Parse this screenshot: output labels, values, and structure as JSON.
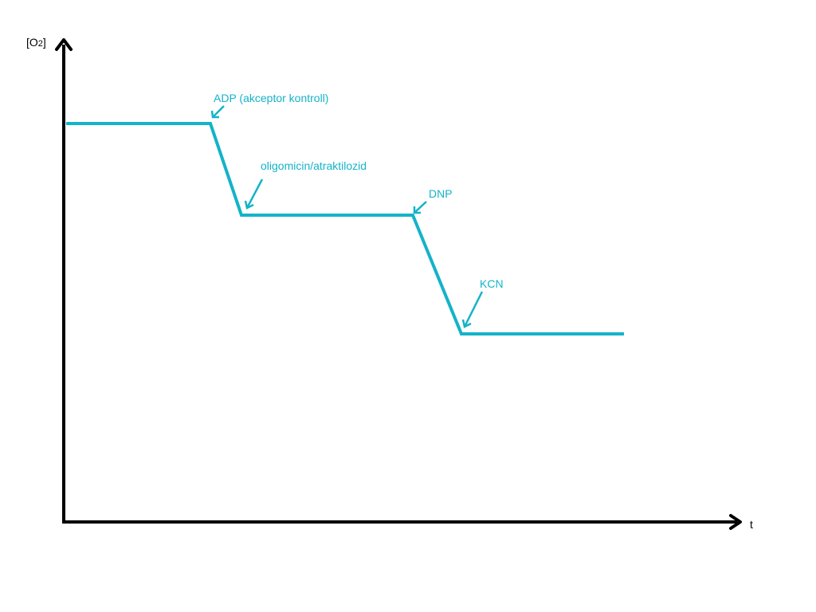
{
  "colors": {
    "curve": "#14b3c8",
    "axis": "#000000",
    "background": "#ffffff"
  },
  "axes": {
    "y_label_prefix": "[O",
    "y_label_subscript": "2",
    "y_label_suffix": "]",
    "x_label": "t"
  },
  "annotations": [
    {
      "id": "adp",
      "label": "ADP (akceptor kontroll)"
    },
    {
      "id": "oligomicin",
      "label": "oligomicin/atraktilozid"
    },
    {
      "id": "dnp",
      "label": "DNP"
    },
    {
      "id": "kcn",
      "label": "KCN"
    }
  ]
}
